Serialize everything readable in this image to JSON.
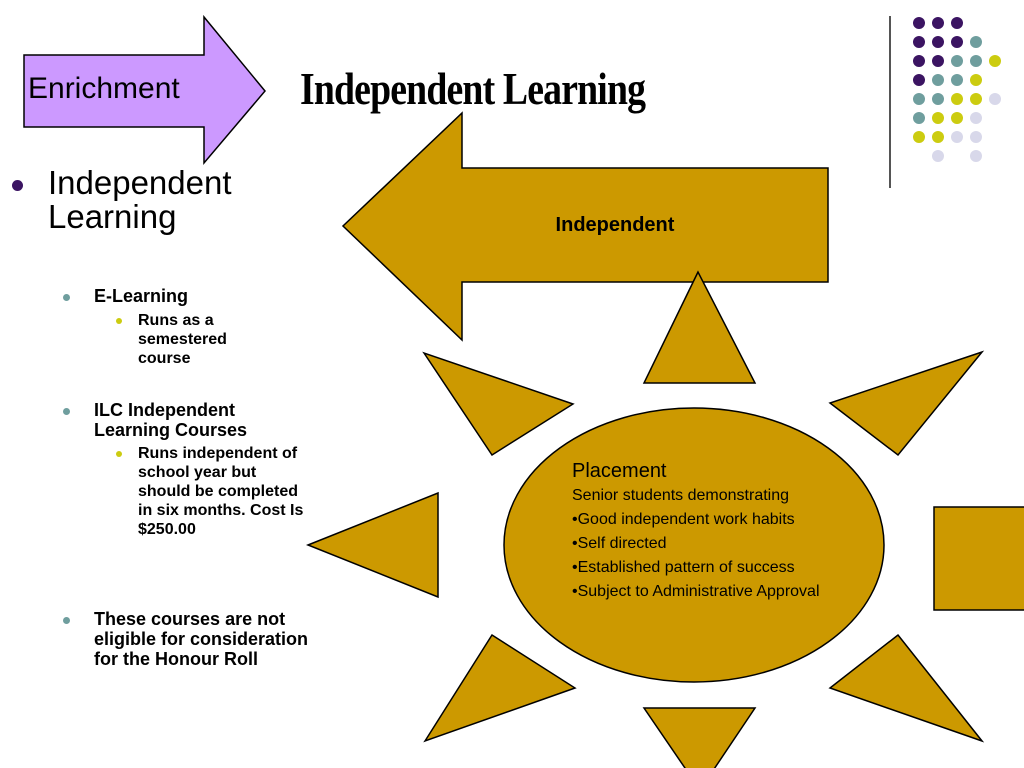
{
  "enrichment": {
    "label": "Enrichment"
  },
  "title": "Independent Learning",
  "bullets": {
    "main": "Independent Learning",
    "items": [
      {
        "label": "E-Learning",
        "sub": "Runs as a semestered course"
      },
      {
        "label": "ILC Independent Learning Courses",
        "sub": "Runs independent of school year but should be completed in six months. Cost Is $250.00"
      },
      {
        "label": "These courses are not eligible for consideration for the Honour Roll"
      }
    ]
  },
  "diagram": {
    "arrow_label": "Independent",
    "placement": {
      "title": "Placement",
      "lines": [
        "Senior students demonstrating",
        "•Good independent work habits",
        "•Self directed",
        "•Established pattern of success",
        "•Subject to Administrative Approval"
      ]
    }
  },
  "colors": {
    "gold": "#cc9900",
    "lavender": "#cc99ff",
    "purple": "#3b1462",
    "teal": "#6f9e9e",
    "yellow": "#cccc10",
    "pale": "#d8d8ea"
  }
}
